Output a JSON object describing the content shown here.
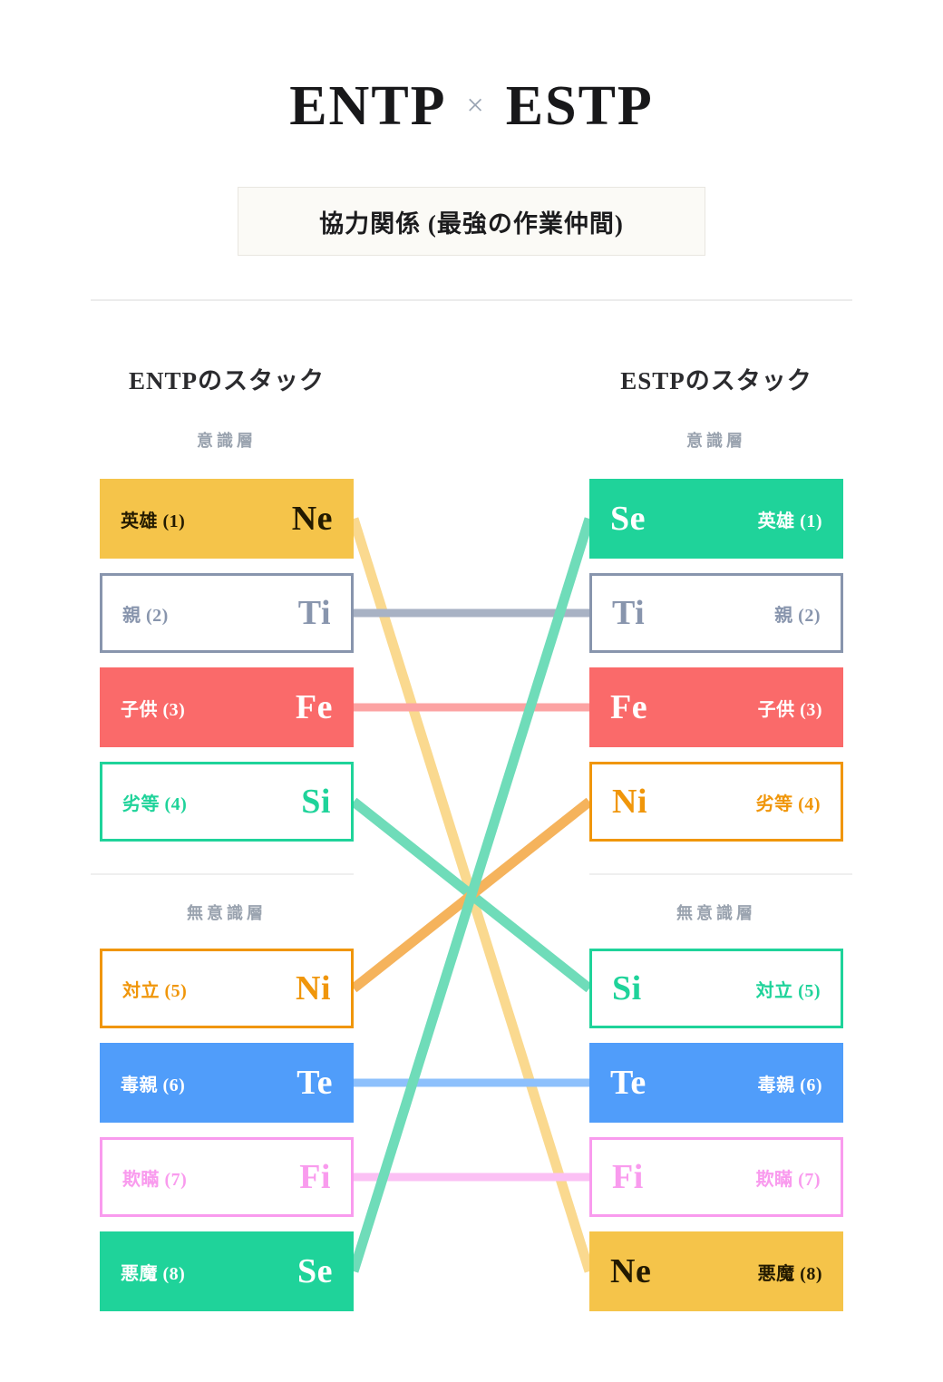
{
  "header": {
    "type_a": "ENTP",
    "cross_symbol": "×",
    "type_b": "ESTP",
    "relation_label": "協力関係 (最強の作業仲間)"
  },
  "columns": {
    "left": {
      "heading": "ENTPのスタック",
      "conscious_label": "意識層",
      "unconscious_label": "無意識層"
    },
    "right": {
      "heading": "ESTPのスタック",
      "conscious_label": "意識層",
      "unconscious_label": "無意識層"
    }
  },
  "colors": {
    "amber": "#f5c44a",
    "amber_line": "#fad98f",
    "slate": "#8895ad",
    "slate_line": "#a8b2c4",
    "coral": "#fa6a6a",
    "coral_line": "#fca3a3",
    "green": "#1fd39a",
    "green_line": "#6fdcb9",
    "orange": "#f0960a",
    "orange_line": "#f5b35c",
    "blue": "#509dfa",
    "blue_line": "#8dc0fc",
    "pink": "#f99bee",
    "pink_line": "#fbc0f4",
    "page_bg": "#ffffff",
    "subtitle_bg": "#fbfaf6",
    "divider": "#ececec"
  },
  "left_stack": [
    {
      "role": "英雄 (1)",
      "code": "Ne",
      "style": "fill-amber",
      "color": "#f5c44a"
    },
    {
      "role": "親 (2)",
      "code": "Ti",
      "style": "outline-slate",
      "color": "#8895ad"
    },
    {
      "role": "子供 (3)",
      "code": "Fe",
      "style": "fill-coral",
      "color": "#fa6a6a"
    },
    {
      "role": "劣等 (4)",
      "code": "Si",
      "style": "outline-green",
      "color": "#1fd39a"
    },
    {
      "role": "対立 (5)",
      "code": "Ni",
      "style": "outline-orange",
      "color": "#f0960a"
    },
    {
      "role": "毒親 (6)",
      "code": "Te",
      "style": "fill-blue",
      "color": "#509dfa"
    },
    {
      "role": "欺瞞 (7)",
      "code": "Fi",
      "style": "outline-pink",
      "color": "#f99bee"
    },
    {
      "role": "悪魔 (8)",
      "code": "Se",
      "style": "fill-green",
      "color": "#1fd39a"
    }
  ],
  "right_stack": [
    {
      "role": "英雄 (1)",
      "code": "Se",
      "style": "fill-green",
      "color": "#1fd39a"
    },
    {
      "role": "親 (2)",
      "code": "Ti",
      "style": "outline-slate",
      "color": "#8895ad"
    },
    {
      "role": "子供 (3)",
      "code": "Fe",
      "style": "fill-coral",
      "color": "#fa6a6a"
    },
    {
      "role": "劣等 (4)",
      "code": "Ni",
      "style": "outline-orange",
      "color": "#f0960a"
    },
    {
      "role": "対立 (5)",
      "code": "Si",
      "style": "outline-green",
      "color": "#1fd39a"
    },
    {
      "role": "毒親 (6)",
      "code": "Te",
      "style": "fill-blue",
      "color": "#509dfa"
    },
    {
      "role": "欺瞞 (7)",
      "code": "Fi",
      "style": "outline-pink",
      "color": "#f99bee"
    },
    {
      "role": "悪魔 (8)",
      "code": "Ne",
      "style": "fill-amber",
      "color": "#f5c44a"
    }
  ],
  "connections": [
    {
      "function": "Ne",
      "from_left_index": 0,
      "to_right_index": 7,
      "color": "#fad98f"
    },
    {
      "function": "Ti",
      "from_left_index": 1,
      "to_right_index": 1,
      "color": "#a8b2c4"
    },
    {
      "function": "Fe",
      "from_left_index": 2,
      "to_right_index": 2,
      "color": "#fca3a3"
    },
    {
      "function": "Si",
      "from_left_index": 3,
      "to_right_index": 4,
      "color": "#6fdcb9"
    },
    {
      "function": "Ni",
      "from_left_index": 4,
      "to_right_index": 3,
      "color": "#f5b35c"
    },
    {
      "function": "Te",
      "from_left_index": 5,
      "to_right_index": 5,
      "color": "#8dc0fc"
    },
    {
      "function": "Fi",
      "from_left_index": 6,
      "to_right_index": 6,
      "color": "#fbc0f4"
    },
    {
      "function": "Se",
      "from_left_index": 7,
      "to_right_index": 0,
      "color": "#6fdcb9"
    }
  ]
}
